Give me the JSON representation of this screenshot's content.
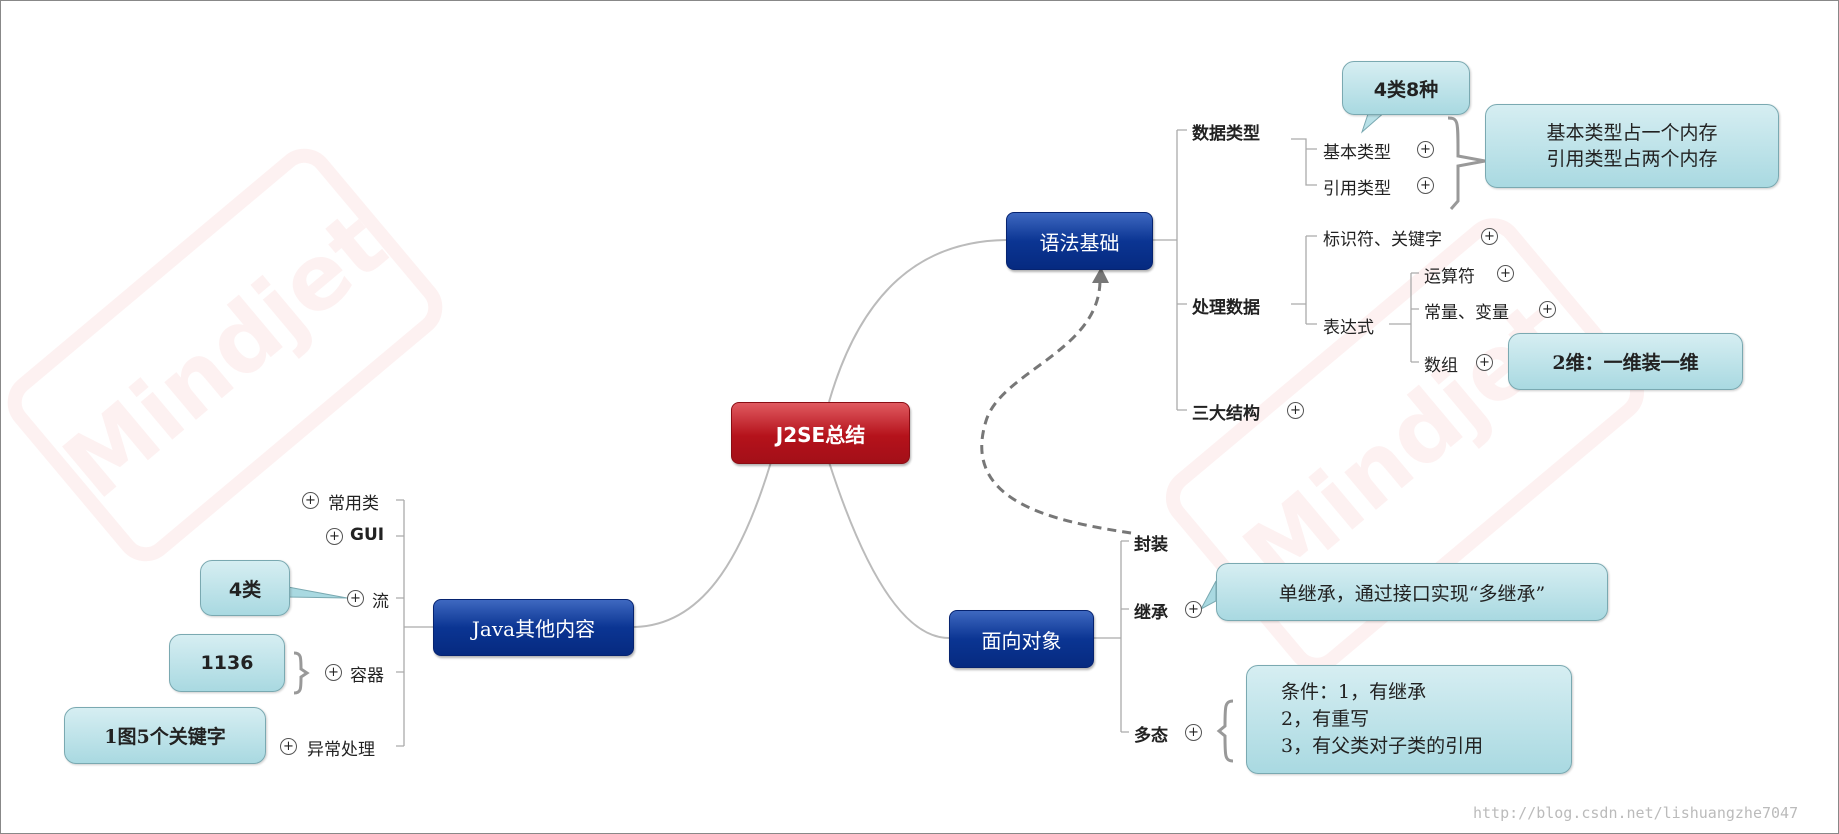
{
  "center": "J2SE总结",
  "watermark": "Mindjet",
  "url": "http://blog.csdn.net/lishuangzhe7047",
  "syntax": {
    "label": "语法基础",
    "data_types": "数据类型",
    "basic": "基本类型",
    "reference": "引用类型",
    "note_4x8": "4类8种",
    "note_memory": [
      "基本类型占一个内存",
      "引用类型占两个内存"
    ],
    "process": "处理数据",
    "identifiers": "标识符、关键字",
    "expression": "表达式",
    "operators": "运算符",
    "const_var": "常量、变量",
    "array": "数组",
    "note_array": "2维：一维装一维",
    "structures": "三大结构"
  },
  "oop": {
    "label": "面向对象",
    "encapsulation": "封装",
    "inheritance": "继承",
    "polymorphism": "多态",
    "note_inherit": "单继承，通过接口实现“多继承”",
    "note_poly": [
      "条件：1，有继承",
      "2，有重写",
      "3，有父类对子类的引用"
    ]
  },
  "other": {
    "label": "Java其他内容",
    "common": "常用类",
    "gui": "GUI",
    "stream": "流",
    "container": "容器",
    "exception": "异常处理",
    "note_stream": "4类",
    "note_container": "1136",
    "note_exception": "1图5个关键字"
  },
  "plus_symbol": "+"
}
